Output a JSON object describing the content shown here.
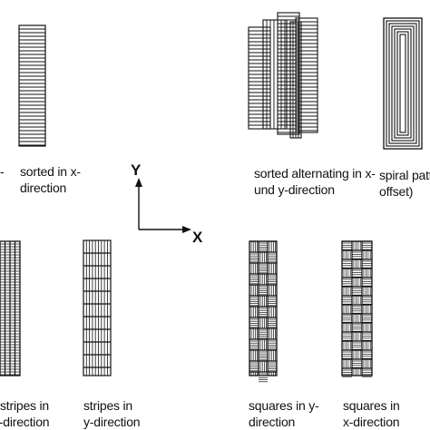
{
  "labels": {
    "left_cut": "-",
    "sorted_x": [
      "sorted in x-",
      "direction"
    ],
    "sorted_alt": [
      "sorted alternating in x-",
      "und y-direction"
    ],
    "spiral": [
      "spiral patte",
      "offset)"
    ],
    "stripes_x": [
      "stripes in",
      "x-direction"
    ],
    "stripes_y": [
      "stripes in",
      "y-direction"
    ],
    "squares_y": [
      "squares in y-",
      "direction"
    ],
    "squares_x": [
      "squares in",
      "x-direction"
    ]
  },
  "axes": {
    "x": "X",
    "y": "Y"
  },
  "colors": {
    "line": "#111111",
    "background": "#ffffff"
  }
}
